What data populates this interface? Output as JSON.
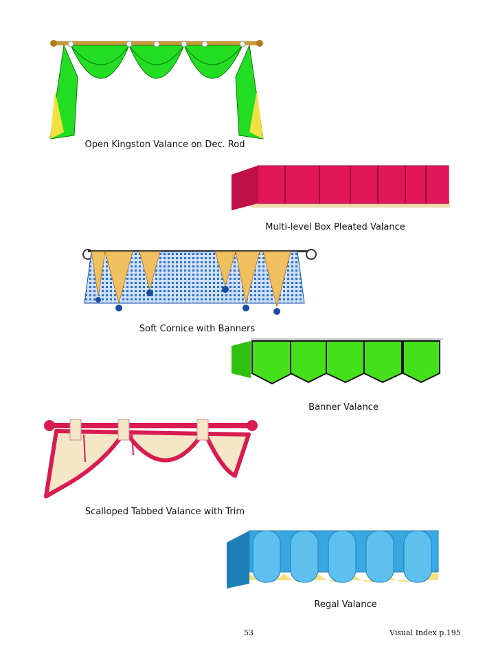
{
  "items": [
    {
      "caption": "Open Kingston Valance on Dec. Rod",
      "color": "#22dd22"
    },
    {
      "caption": "Multi-level Box Pleated Valance",
      "color": "#e0185a"
    },
    {
      "caption": "Soft Cornice with Banners",
      "color": "#2a6fd0"
    },
    {
      "caption": "Banner Valance",
      "color": "#44e01a"
    },
    {
      "caption": "Scalloped Tabbed Valance with Trim",
      "color": "#d81c50"
    },
    {
      "caption": "Regal Valance",
      "color": "#3aa8e0"
    }
  ],
  "footer": {
    "page_number": "53",
    "reference": "Visual Index p.195"
  }
}
